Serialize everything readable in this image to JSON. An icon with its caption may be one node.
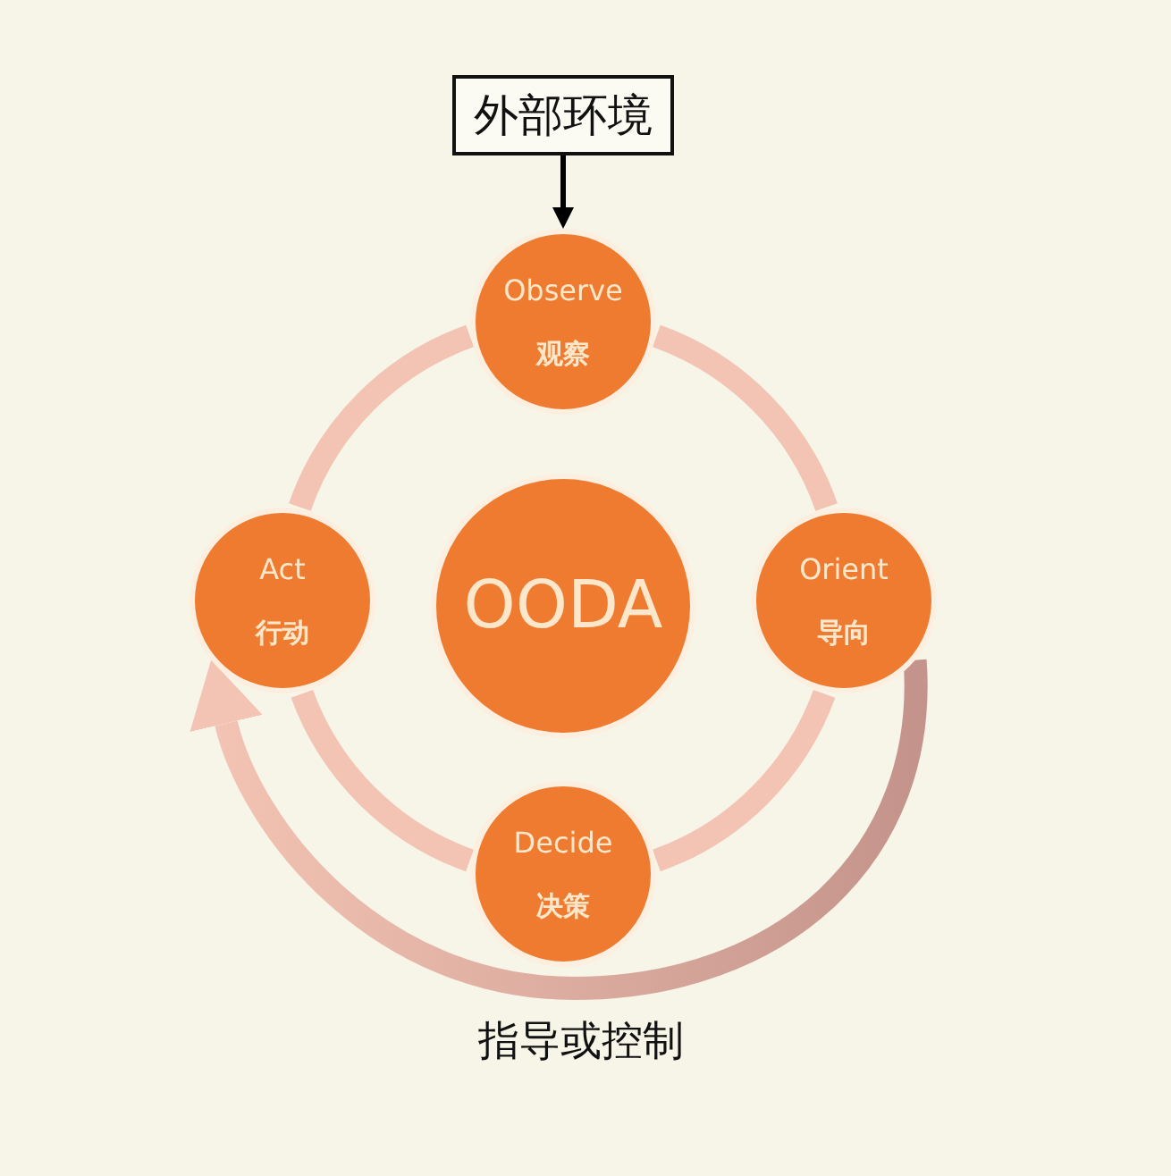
{
  "diagram": {
    "nodes": [
      {
        "text": [
          "外部环境"
        ]
      },
      {
        "text": [
          "Observe",
          "观察"
        ]
      },
      {
        "text": [
          "Act",
          "行动"
        ]
      },
      {
        "text": [
          "OODA"
        ]
      },
      {
        "text": [
          "Orient",
          "导向"
        ]
      },
      {
        "text": [
          "Decide",
          "决策"
        ]
      }
    ],
    "edges": [
      {
        "from": 0,
        "to": 1,
        "arrow": "to",
        "color": "#000000"
      },
      {
        "from": 1,
        "to": 4,
        "arrow": "none"
      },
      {
        "from": 4,
        "to": 5,
        "arrow": "none"
      },
      {
        "from": 5,
        "to": 2,
        "arrow": "none"
      },
      {
        "from": 2,
        "to": 1,
        "arrow": "none"
      },
      {
        "from": 4,
        "to": 2,
        "arrow": "to",
        "color": "#c4948c",
        "label": "指导或控制"
      }
    ]
  }
}
